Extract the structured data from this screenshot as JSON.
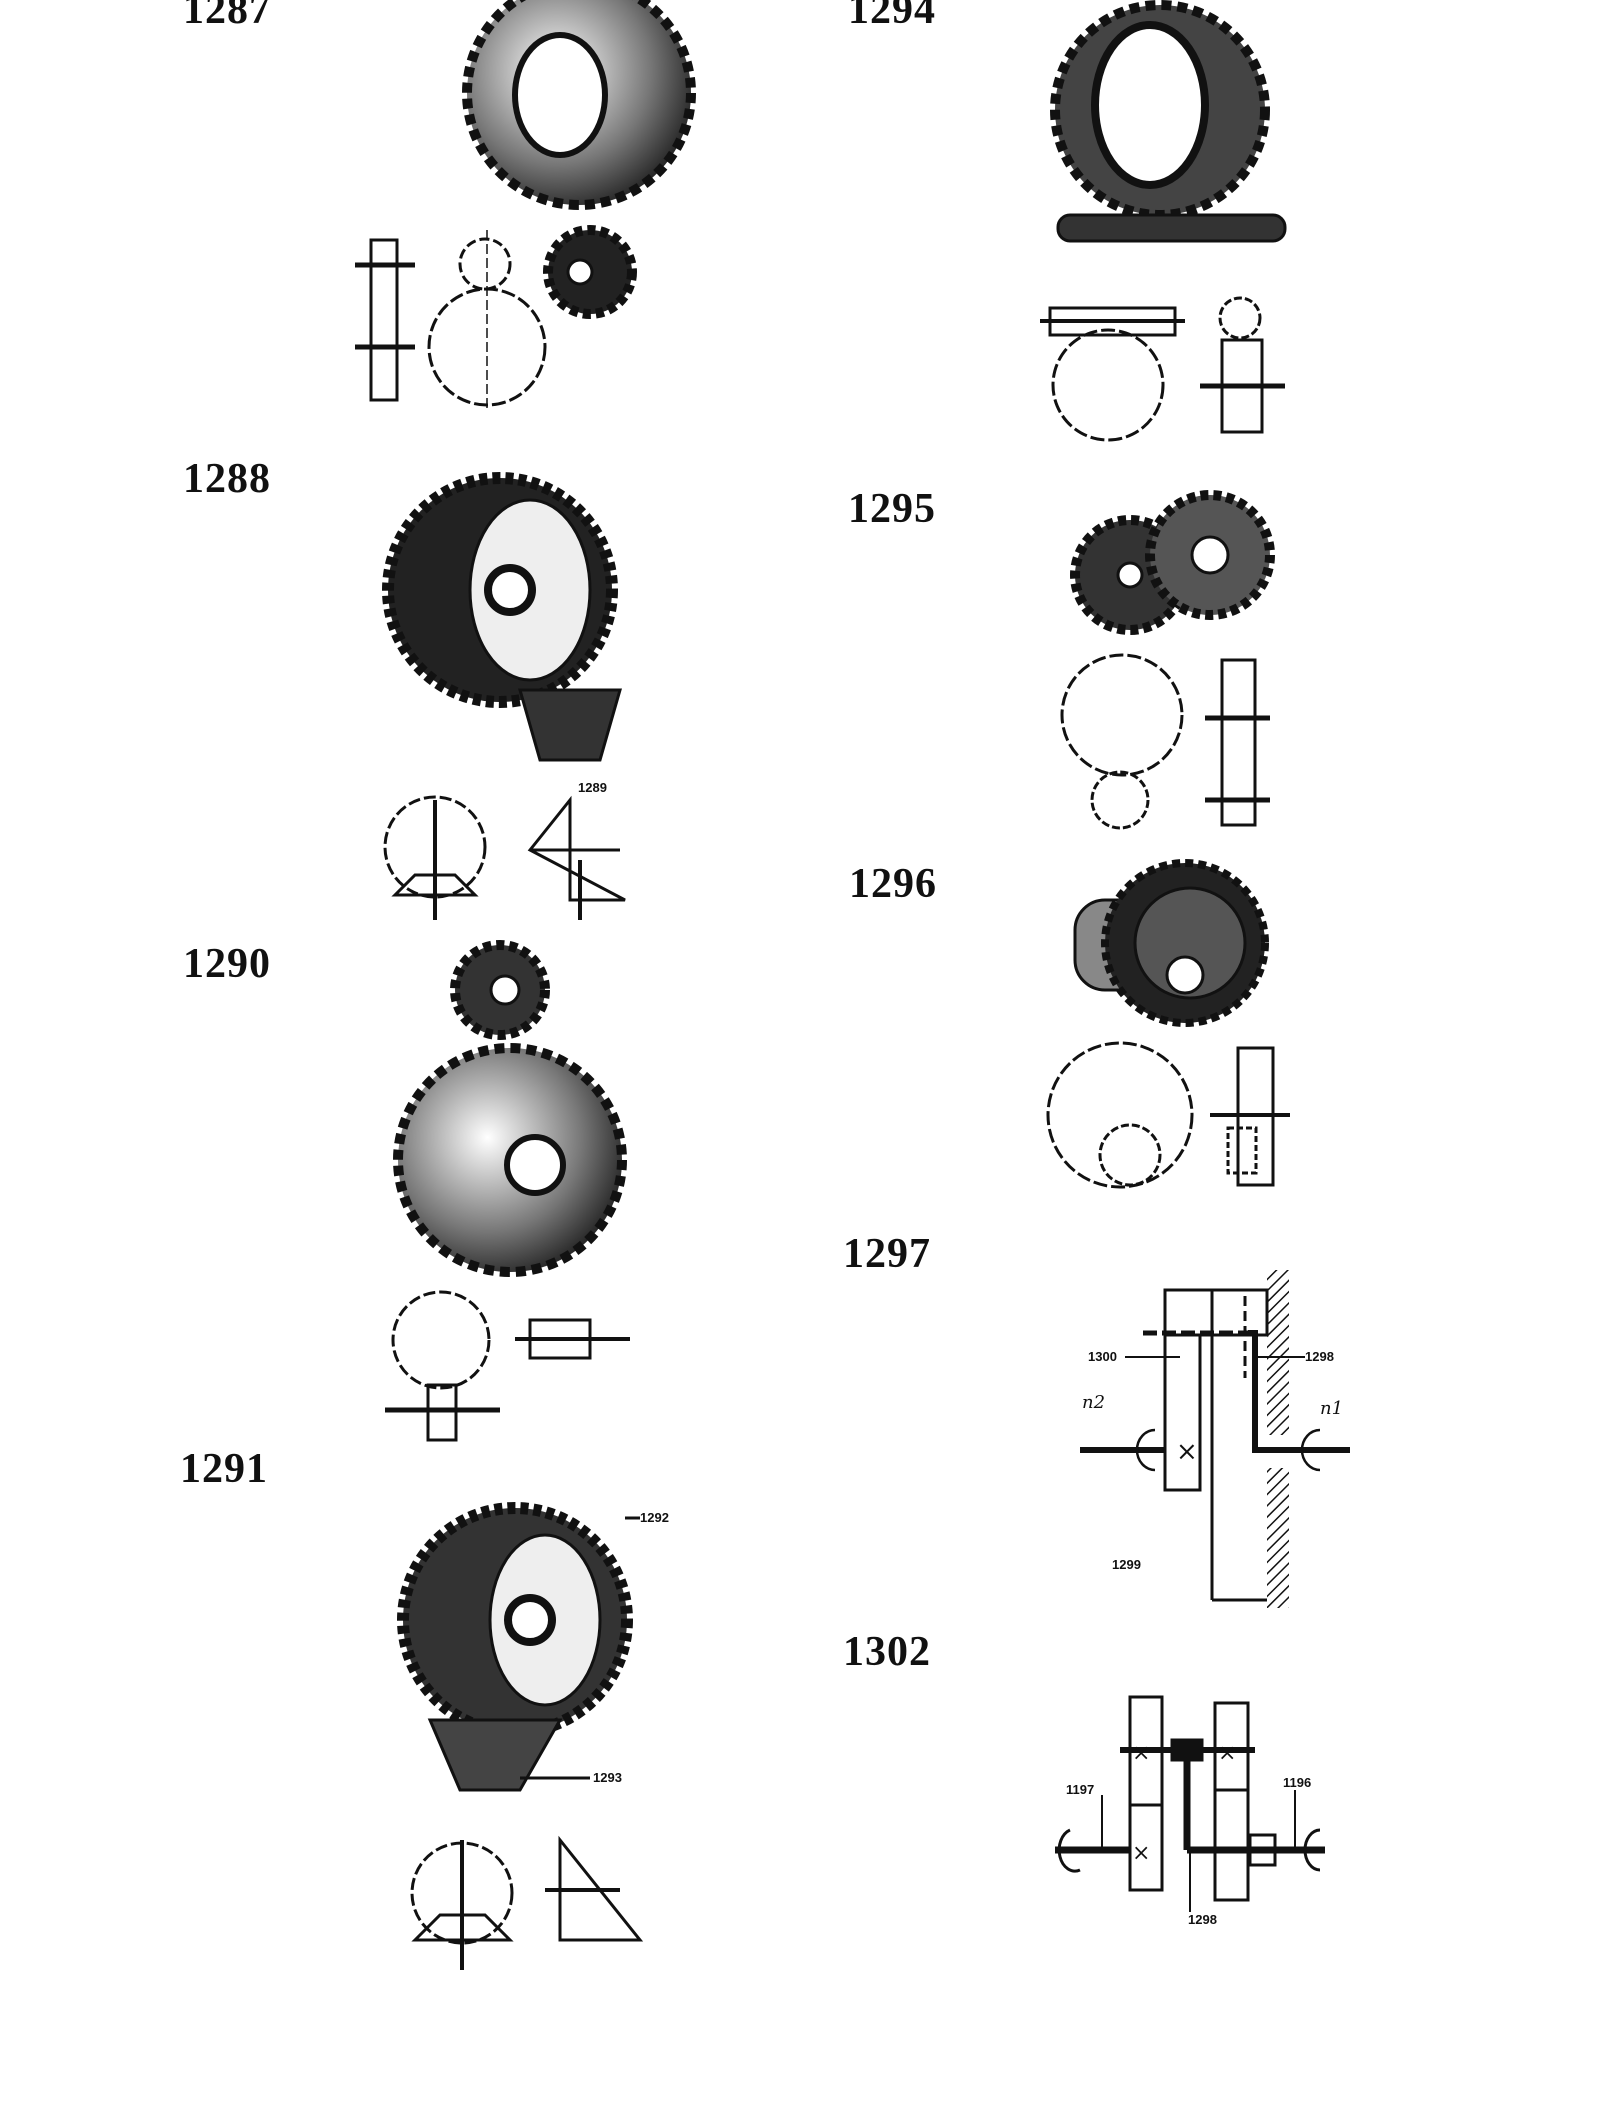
{
  "figures": [
    {
      "number": "1287"
    },
    {
      "number": "1288",
      "callouts": [
        "1289"
      ]
    },
    {
      "number": "1290"
    },
    {
      "number": "1291",
      "callouts": [
        "1292",
        "1293"
      ]
    },
    {
      "number": "1294"
    },
    {
      "number": "1295"
    },
    {
      "number": "1296"
    },
    {
      "number": "1297",
      "callouts": [
        "1300",
        "1298",
        "1299"
      ],
      "speeds": [
        "n2",
        "n1"
      ]
    },
    {
      "number": "1302",
      "callouts": [
        "1197",
        "1196",
        "1298"
      ]
    }
  ],
  "colors": {
    "ink": "#111111",
    "paper": "#ffffff"
  }
}
